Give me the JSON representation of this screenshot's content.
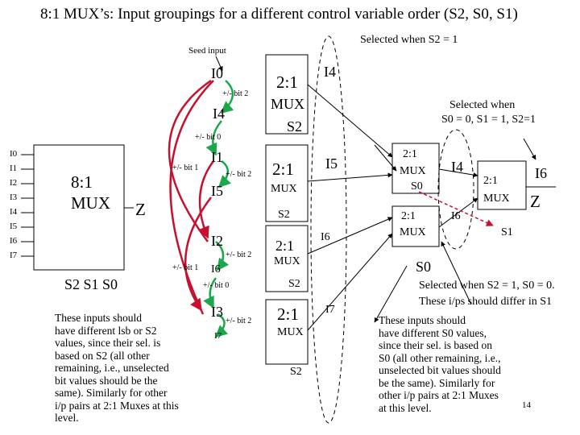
{
  "title": "8:1 MUX’s: Input groupings for a different control variable order (S2, S0, S1)",
  "seed_input": "Seed input",
  "selected_s2_1": "Selected when S2 = 1",
  "selected_top_right": [
    "Selected when",
    "S0 = 0, S1 = 1, S2=1"
  ],
  "selected_right": [
    "Selected when S2 = 1, S0 = 0.",
    "These i/ps should differ in S1"
  ],
  "big_mux": {
    "label1": "8:1",
    "label2": "MUX",
    "output": "Z",
    "selects": "S2  S1  S0",
    "inputs": [
      "I0",
      "I1",
      "I2",
      "I3",
      "I4",
      "I5",
      "I6",
      "I7"
    ]
  },
  "mux2": [
    {
      "l1": "2:1",
      "l2": "MUX",
      "sel": "S2",
      "in_a": "I0",
      "in_b": "I4",
      "out": "I4"
    },
    {
      "l1": "2:1",
      "l2": "MUX",
      "sel": "S2",
      "in_a": "I1",
      "in_b": "I5",
      "out": "I5"
    },
    {
      "l1": "2:1",
      "l2": "MUX",
      "sel": "S2",
      "in_a": "I2",
      "in_b": "I6",
      "out": "I6"
    },
    {
      "l1": "2:1",
      "l2": "MUX",
      "sel": "S2",
      "in_a": "I3",
      "in_b": "I7",
      "out": "I7"
    }
  ],
  "level2": [
    {
      "l1": "2:1",
      "l2": "MUX",
      "sel": "S0",
      "out": "I4"
    },
    {
      "l1": "2:1",
      "l2": "MUX",
      "out": "I6",
      "sel": "S0"
    }
  ],
  "level3": {
    "l1": "2:1",
    "l2": "MUX",
    "out": "Z",
    "sel": "S1",
    "in_top": "I6"
  },
  "bit_labels": [
    "+/- bit 2",
    "+/- bit 0",
    "+/- bit 1",
    "+/- bit 2",
    "+/- bit 1",
    "+/- bit 2",
    "+/- bit 0",
    "+/- bit 2"
  ],
  "left_note": [
    "These inputs should",
    "have different lsb or S2",
    "values, since their sel. is",
    "based on S2 (all other",
    "remaining, i.e., unselected",
    "bit values should be the",
    "same). Similarly for other",
    "i/p pairs at 2:1 Muxes at this",
    "level."
  ],
  "right_note": [
    "These inputs should",
    "have different S0 values,",
    "since their sel. is based on",
    "S0 (all other remaining, i.e.,",
    "unselected bit values should",
    "be the same). Similarly for",
    "other i/p pairs at 2:1 Muxes",
    "at this level."
  ],
  "page_number": "14",
  "colors": {
    "green": "#1aa84b",
    "red": "#c8102e"
  }
}
